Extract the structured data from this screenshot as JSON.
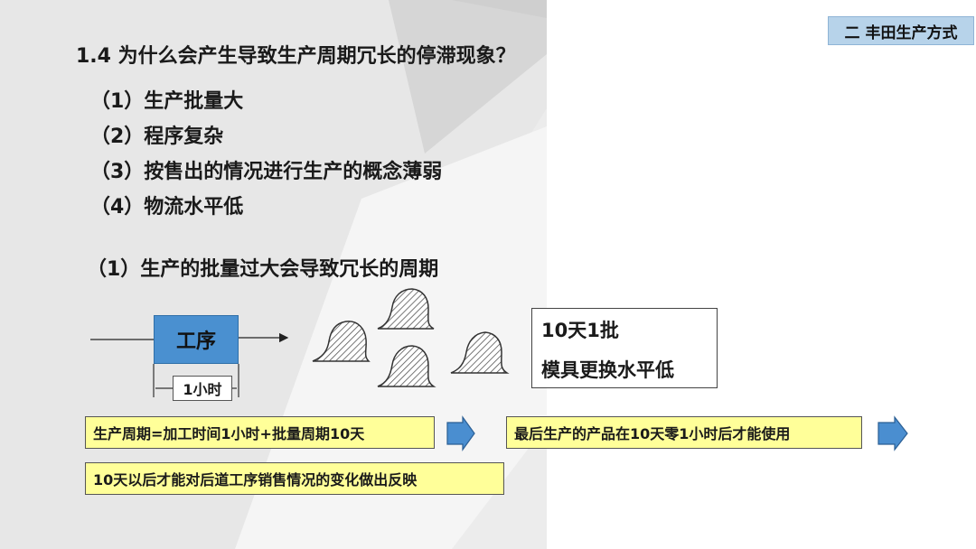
{
  "header": {
    "section_tag": "二 丰田生产方式"
  },
  "slide": {
    "title": "1.4 为什么会产生导致生产周期冗长的停滞现象？",
    "reasons": [
      "（1）生产批量大",
      "（2）程序复杂",
      "（3）按售出的情况进行生产的概念薄弱",
      "（4）物流水平低"
    ],
    "subtitle": "（1）生产的批量过大会导致冗长的周期"
  },
  "diagram": {
    "process_label": "工序",
    "duration_label": "1小时",
    "batch_line1": "10天1批",
    "batch_line2": "模具更换水平低",
    "lead_time_text": "生产周期=加工时间1小时+批量周期10天",
    "final_product_text": "最后生产的产品在10天零1小时后才能使用",
    "reaction_text": "10天以后才能对后道工序销售情况的变化做出反映"
  },
  "colors": {
    "process_fill": "#4a90d0",
    "note_fill": "#ffff99",
    "arrow_fill": "#4a8ed0",
    "tag_fill": "#b7d3ea"
  }
}
